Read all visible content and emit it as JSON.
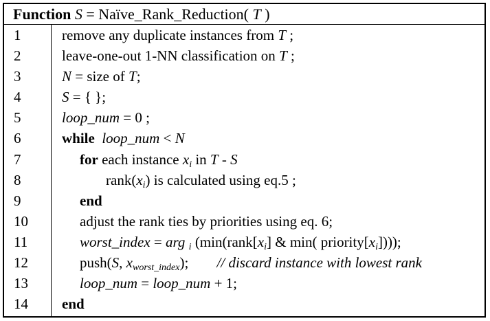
{
  "header": {
    "keyword": "Function",
    "signature_html": "<i>S</i> = Naïve_Rank_Reduction( <i>T</i> )"
  },
  "lines": [
    {
      "num": "1",
      "indent": 0,
      "html": "remove any duplicate instances from <i>T</i> ;"
    },
    {
      "num": "2",
      "indent": 0,
      "html": "leave-one-out 1-NN classification on <i>T</i> ;"
    },
    {
      "num": "3",
      "indent": 0,
      "html": "<i>N</i> = size of <i>T</i>;"
    },
    {
      "num": "4",
      "indent": 0,
      "html": "<i>S</i> = { };"
    },
    {
      "num": "5",
      "indent": 0,
      "html": "<i>loop_num</i> = 0 ;"
    },
    {
      "num": "6",
      "indent": 0,
      "html": "<b>while</b> &nbsp;<i>loop_num</i> &lt; <i>N</i>"
    },
    {
      "num": "7",
      "indent": 1,
      "html": "<b>for</b> each instance <i>x<sub>i</sub></i> in <i>T</i> - <i>S</i>"
    },
    {
      "num": "8",
      "indent": 2,
      "html": "rank(<i>x<sub>i</sub></i>) is calculated using eq.5 ;"
    },
    {
      "num": "9",
      "indent": 1,
      "html": "<b>end</b>"
    },
    {
      "num": "10",
      "indent": 1,
      "html": "adjust the rank ties by priorities using eq. 6;"
    },
    {
      "num": "11",
      "indent": 1,
      "html": "<i>worst_index</i> = <i>arg <sub>i</sub></i> (min(rank[<i>x<sub>i</sub></i>] &amp; min( priority[<i>x<sub>i</sub></i>])));"
    },
    {
      "num": "12",
      "indent": 1,
      "html": "push(<i>S</i>, <i>x<sub>worst_index</sub></i>); <span class=\"comment\"><i>// discard instance with lowest rank</i></span>"
    },
    {
      "num": "13",
      "indent": 1,
      "html": "<i>loop_num</i> = <i>loop_num</i> + 1;"
    },
    {
      "num": "14",
      "indent": 0,
      "html": "<b>end</b>"
    }
  ]
}
